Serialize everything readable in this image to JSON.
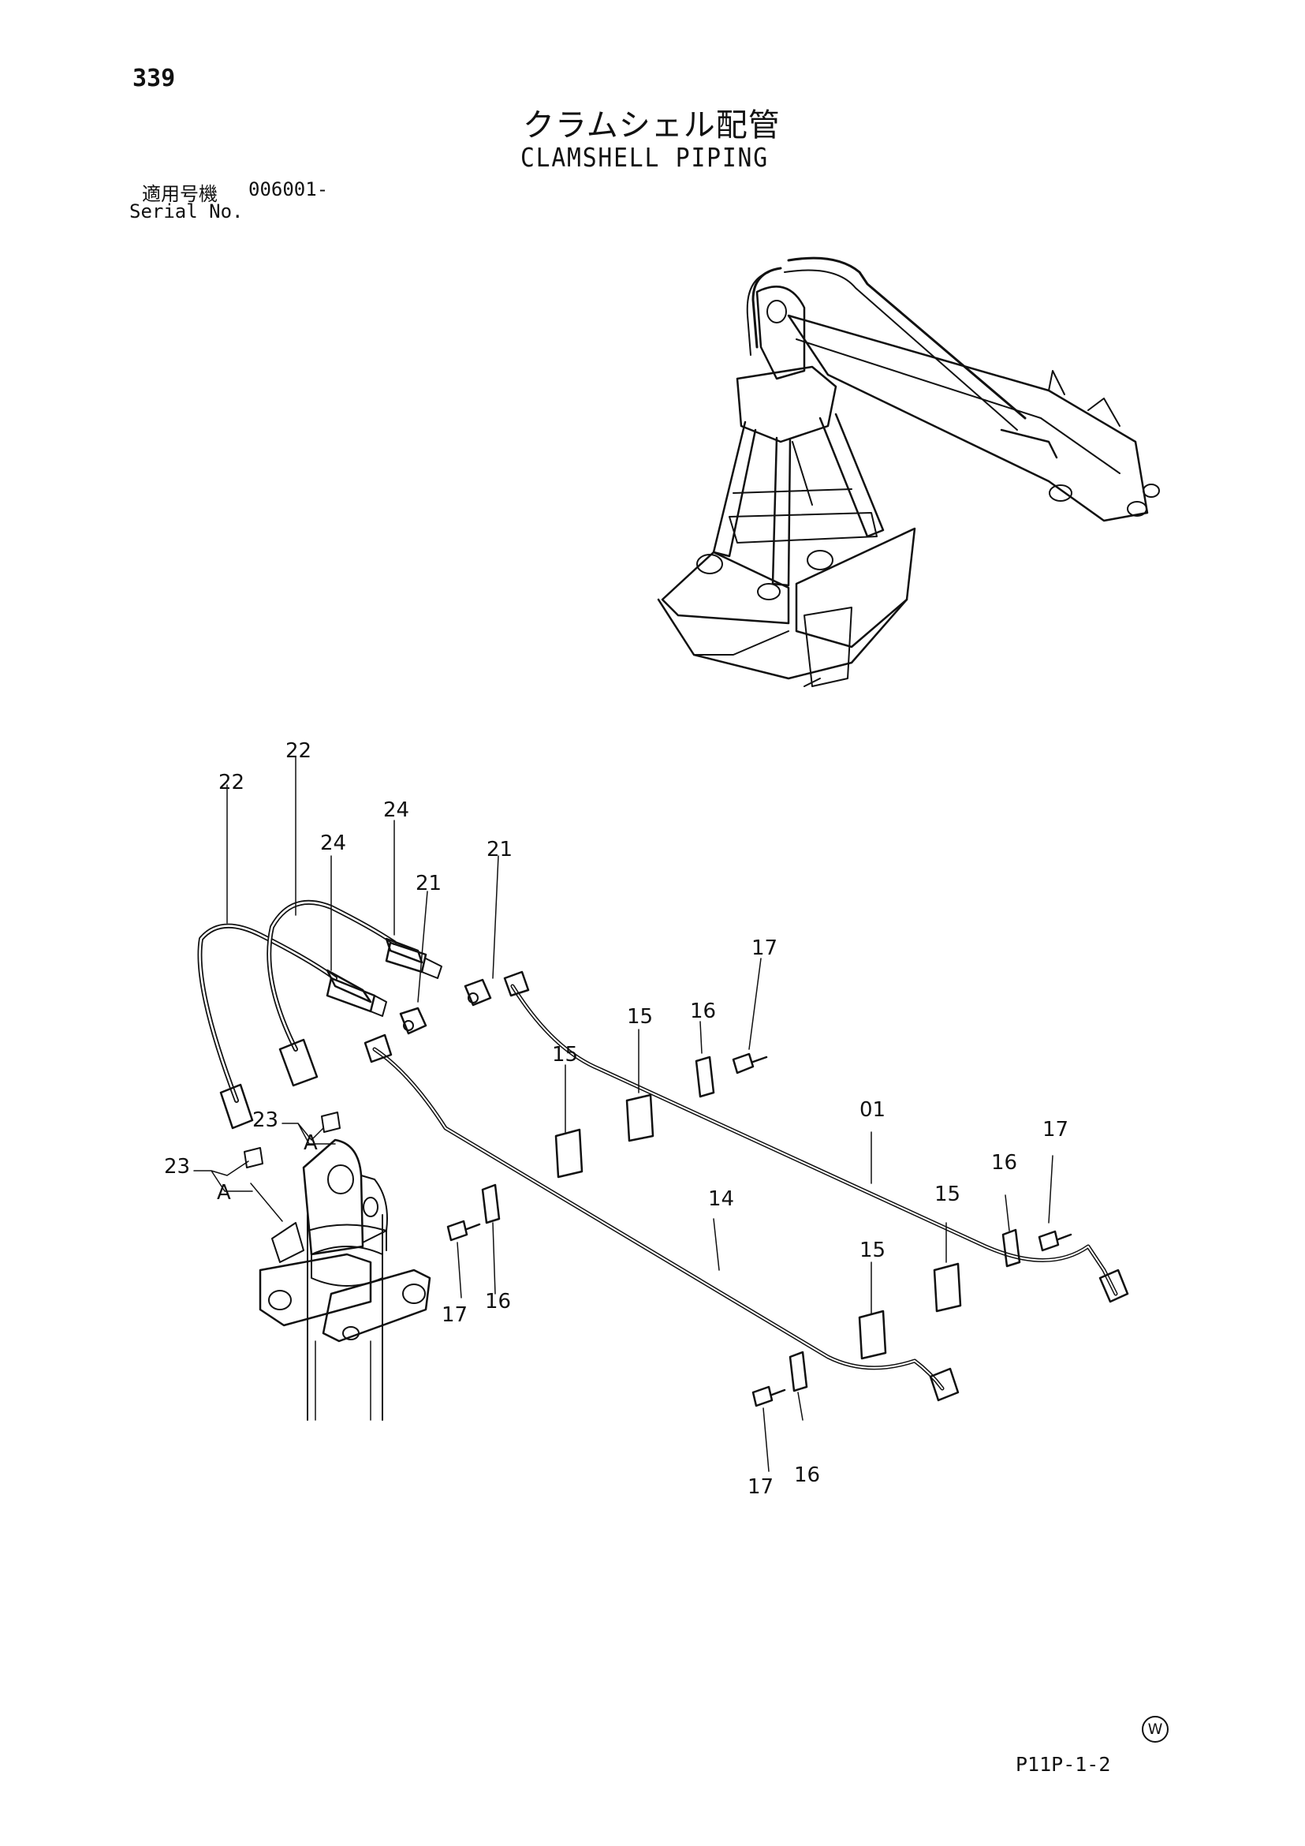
{
  "page": {
    "number": "339",
    "title_jp": "クラムシェル配管",
    "title_en": "CLAMSHELL PIPING",
    "serial_label_jp": "適用号機",
    "serial_number": "006001-",
    "serial_label_en": "Serial No.",
    "code": "P11P-1-2",
    "mark": "W"
  },
  "callouts": {
    "c22a": "22",
    "c22b": "22",
    "c24a": "24",
    "c24b": "24",
    "c21a": "21",
    "c21b": "21",
    "c23a": "23",
    "c23b": "23",
    "cAa": "A",
    "cAb": "A",
    "c15a": "15",
    "c15b": "15",
    "c15c": "15",
    "c15d": "15",
    "c16a": "16",
    "c16b": "16",
    "c16c": "16",
    "c16d": "16",
    "c17a": "17",
    "c17b": "17",
    "c17c": "17",
    "c17d": "17",
    "c01": "01",
    "c14": "14"
  }
}
